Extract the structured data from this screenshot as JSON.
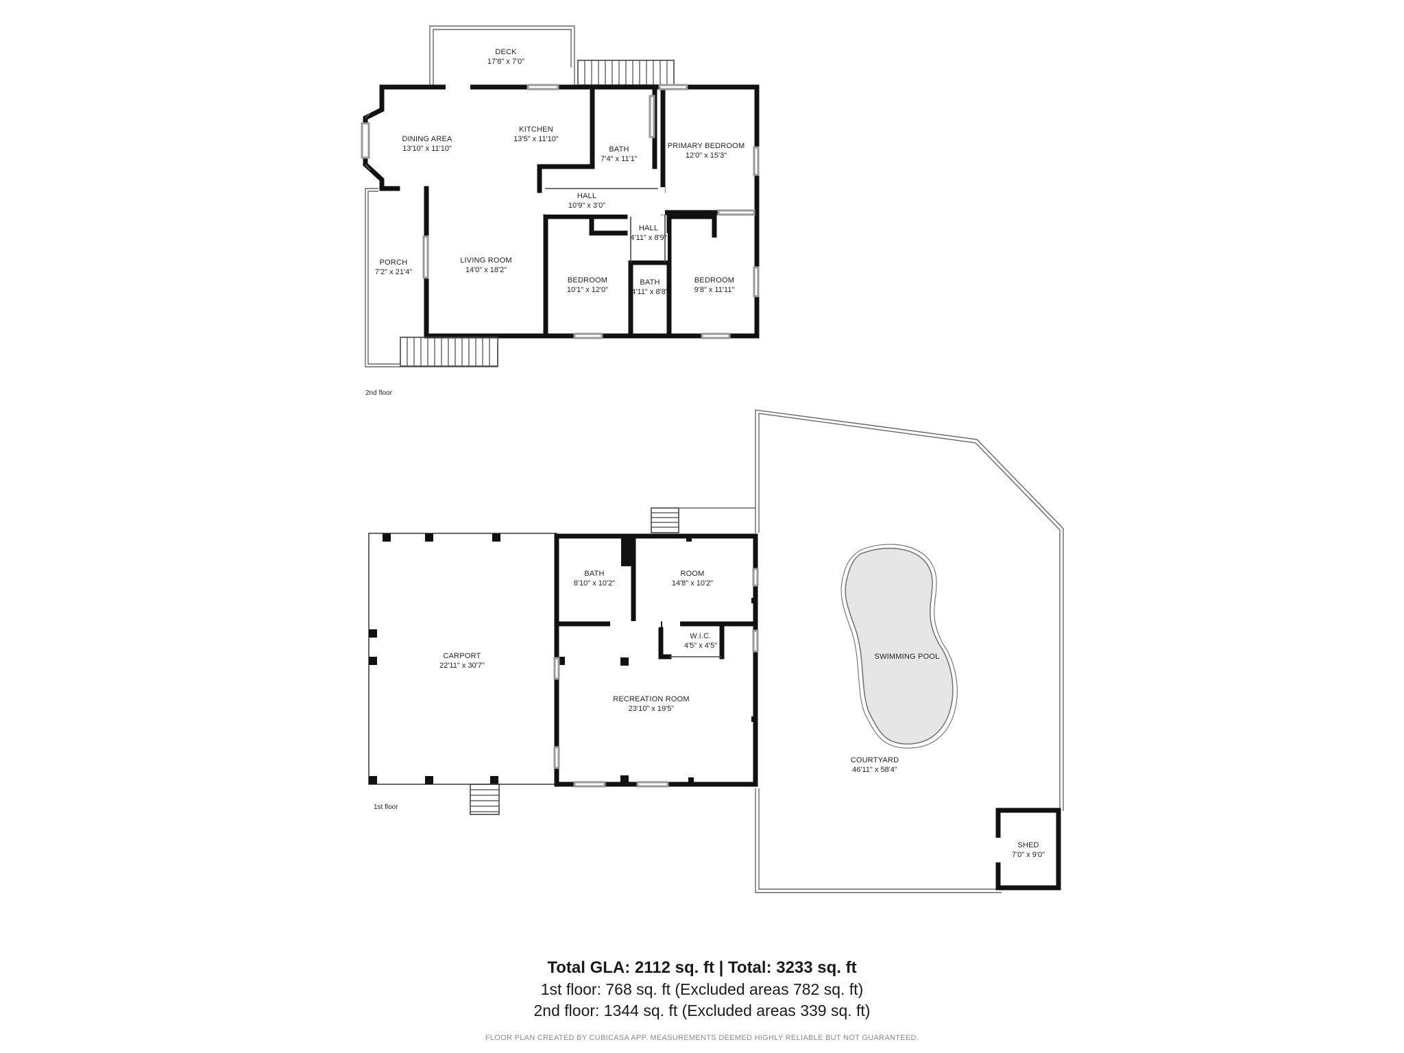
{
  "floors": {
    "second": {
      "label": "2nd floor",
      "rooms": {
        "deck": {
          "name": "DECK",
          "dims": "17'8\" x 7'0\""
        },
        "dining": {
          "name": "DINING AREA",
          "dims": "13'10\" x 11'10\""
        },
        "kitchen": {
          "name": "KITCHEN",
          "dims": "13'5\" x 11'10\""
        },
        "bath1": {
          "name": "BATH",
          "dims": "7'4\" x 11'1\""
        },
        "primary": {
          "name": "PRIMARY BEDROOM",
          "dims": "12'0\" x 15'3\""
        },
        "hall1": {
          "name": "HALL",
          "dims": "10'9\" x 3'0\""
        },
        "hall2": {
          "name": "HALL",
          "dims": "4'11\" x 8'9\""
        },
        "porch": {
          "name": "PORCH",
          "dims": "7'2\" x 21'4\""
        },
        "living": {
          "name": "LIVING ROOM",
          "dims": "14'0\" x 18'2\""
        },
        "bed1": {
          "name": "BEDROOM",
          "dims": "10'1\" x 12'0\""
        },
        "bath2": {
          "name": "BATH",
          "dims": "4'11\" x 8'8\""
        },
        "bed2": {
          "name": "BEDROOM",
          "dims": "9'8\" x 11'11\""
        }
      }
    },
    "first": {
      "label": "1st floor",
      "rooms": {
        "carport": {
          "name": "CARPORT",
          "dims": "22'11\" x 30'7\""
        },
        "bath": {
          "name": "BATH",
          "dims": "8'10\" x 10'2\""
        },
        "room": {
          "name": "ROOM",
          "dims": "14'8\" x 10'2\""
        },
        "wic": {
          "name": "W.I.C.",
          "dims": "4'5\" x 4'5\""
        },
        "recreation": {
          "name": "RECREATION ROOM",
          "dims": "23'10\" x 19'5\""
        },
        "pool": {
          "name": "SWIMMING POOL",
          "dims": ""
        },
        "courtyard": {
          "name": "COURTYARD",
          "dims": "46'11\" x 58'4\""
        },
        "shed": {
          "name": "SHED",
          "dims": "7'0\" x 9'0\""
        }
      }
    }
  },
  "summary": {
    "total": "Total GLA: 2112 sq. ft | Total: 3233 sq. ft",
    "first": "1st floor: 768 sq. ft (Excluded areas 782 sq. ft)",
    "second": "2nd floor: 1344 sq. ft (Excluded areas 339 sq. ft)",
    "disclaimer": "FLOOR PLAN CREATED BY CUBICASA APP. MEASUREMENTS DEEMED HIGHLY RELIABLE BUT NOT GUARANTEED."
  }
}
